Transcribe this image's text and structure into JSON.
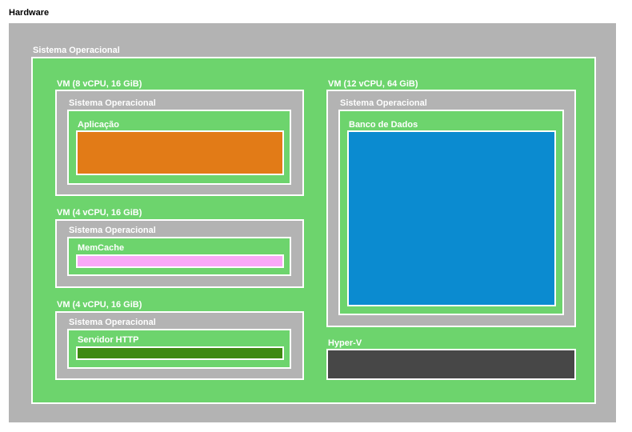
{
  "title": "Hardware",
  "host_os_label": "Sistema Operacional",
  "vms": [
    {
      "label": "VM (8 vCPU, 16 GiB)",
      "os_label": "Sistema Operacional",
      "app_label": "Aplicação",
      "app_color": "#e27b17"
    },
    {
      "label": "VM (4 vCPU, 16 GiB)",
      "os_label": "Sistema Operacional",
      "app_label": "MemCache",
      "app_color": "#f9a9f7"
    },
    {
      "label": "VM (4 vCPU, 16 GiB)",
      "os_label": "Sistema Operacional",
      "app_label": "Servidor HTTP",
      "app_color": "#3e8a12"
    },
    {
      "label": "VM (12 vCPU, 64 GiB)",
      "os_label": "Sistema Operacional",
      "app_label": "Banco de Dados",
      "app_color": "#0b8bd0"
    }
  ],
  "hypervisor": {
    "label": "Hyper-V",
    "color": "#474747"
  },
  "colors": {
    "hardware": "#b3b3b3",
    "os": "#6dd46d",
    "vm": "#b3b3b3"
  }
}
